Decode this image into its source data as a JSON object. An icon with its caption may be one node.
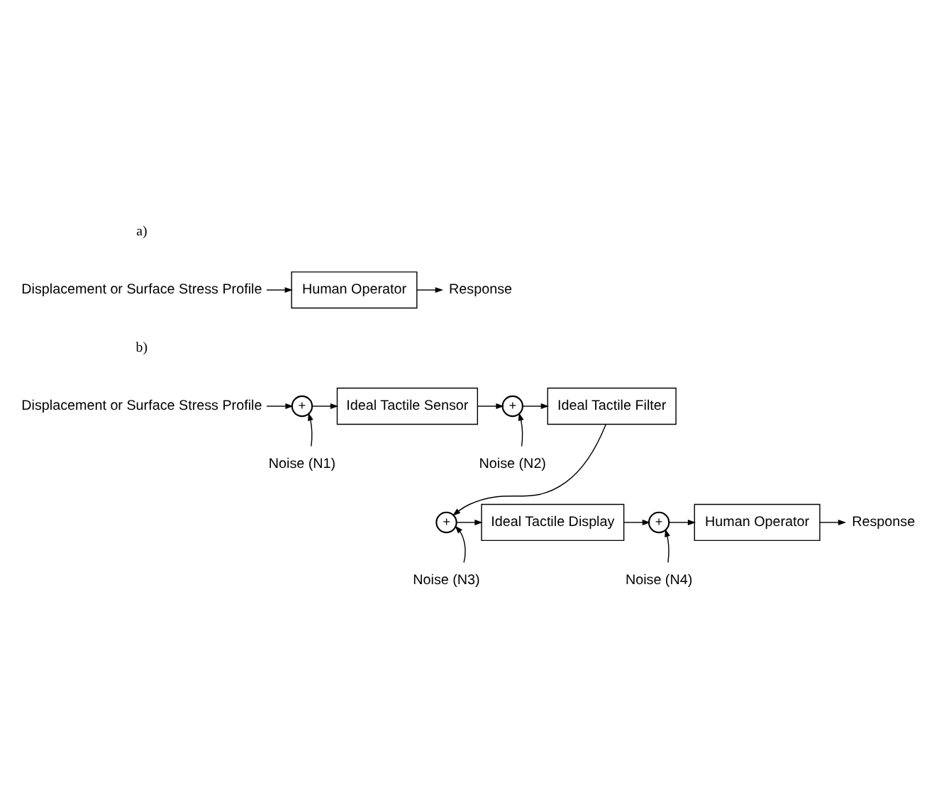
{
  "diagram": {
    "nodes": [
      {
        "text": [
          "Displacement or Surface Stress Profile"
        ]
      },
      {
        "text": [
          "Human Operator"
        ]
      },
      {
        "text": [
          "Response"
        ]
      },
      {
        "text": [
          "Displacement or Surface Stress Profile"
        ]
      },
      {
        "text": [
          "+"
        ]
      },
      {
        "text": [
          "Ideal Tactile Sensor"
        ]
      },
      {
        "text": [
          "Noise (N1)"
        ]
      },
      {
        "text": [
          "+"
        ]
      },
      {
        "text": [
          "Ideal Tactile Filter"
        ]
      },
      {
        "text": [
          "Noise (N2)"
        ]
      },
      {
        "text": [
          "+"
        ]
      },
      {
        "text": [
          "Ideal Tactile Display"
        ]
      },
      {
        "text": [
          "Noise (N3)"
        ]
      },
      {
        "text": [
          "+"
        ]
      },
      {
        "text": [
          "Human Operator"
        ]
      },
      {
        "text": [
          "Noise (N4)"
        ]
      },
      {
        "text": [
          "Response"
        ]
      }
    ],
    "edges": [
      {
        "from": 0,
        "to": 1,
        "arrow": "to"
      },
      {
        "from": 1,
        "to": 2,
        "arrow": "to"
      },
      {
        "from": 3,
        "to": 4,
        "arrow": "to"
      },
      {
        "from": 6,
        "to": 4,
        "arrow": "to"
      },
      {
        "from": 4,
        "to": 5,
        "arrow": "to"
      },
      {
        "from": 5,
        "to": 7,
        "arrow": "to"
      },
      {
        "from": 9,
        "to": 7,
        "arrow": "to"
      },
      {
        "from": 7,
        "to": 8,
        "arrow": "to"
      },
      {
        "from": 8,
        "to": 10,
        "arrow": "to"
      },
      {
        "from": 12,
        "to": 10,
        "arrow": "to"
      },
      {
        "from": 10,
        "to": 11,
        "arrow": "to"
      },
      {
        "from": 11,
        "to": 13,
        "arrow": "to"
      },
      {
        "from": 15,
        "to": 13,
        "arrow": "to"
      },
      {
        "from": 13,
        "to": 14,
        "arrow": "to"
      },
      {
        "from": 14,
        "to": 16,
        "arrow": "to"
      }
    ],
    "labels": [
      "a)",
      "b)"
    ]
  }
}
